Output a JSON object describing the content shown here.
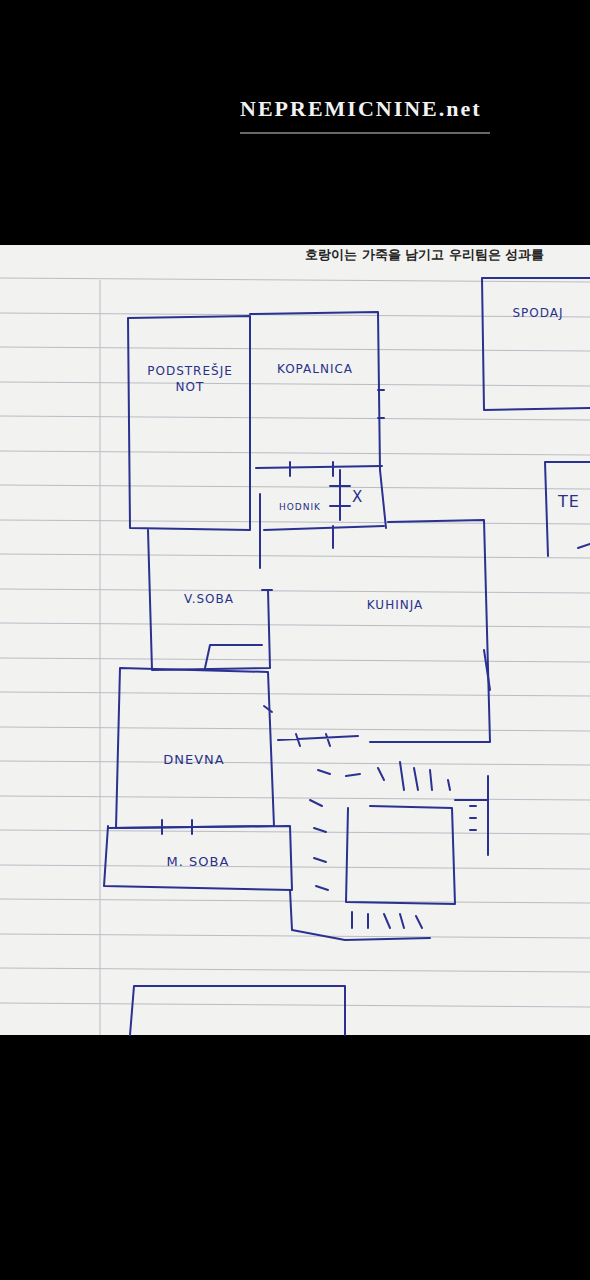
{
  "diagram": {
    "nodes": [
      {
        "text": [
          "PODSTREŠJE NOT"
        ]
      },
      {
        "text": [
          "KOPALNICA"
        ]
      },
      {
        "text": [
          "HODNIK"
        ]
      },
      {
        "text": [
          "V.SOBA"
        ]
      },
      {
        "text": [
          "KUHINJA"
        ]
      },
      {
        "text": [
          "DNEVNA"
        ]
      },
      {
        "text": [
          "M. SOBA"
        ]
      },
      {
        "text": [
          "SPODAJ"
        ]
      },
      {
        "text": [
          "TE"
        ]
      }
    ],
    "labels": [
      "NEPREMICNINE.net",
      "호랑이는 가죽을 남기고 우리팀은 성과를",
      "X"
    ]
  }
}
